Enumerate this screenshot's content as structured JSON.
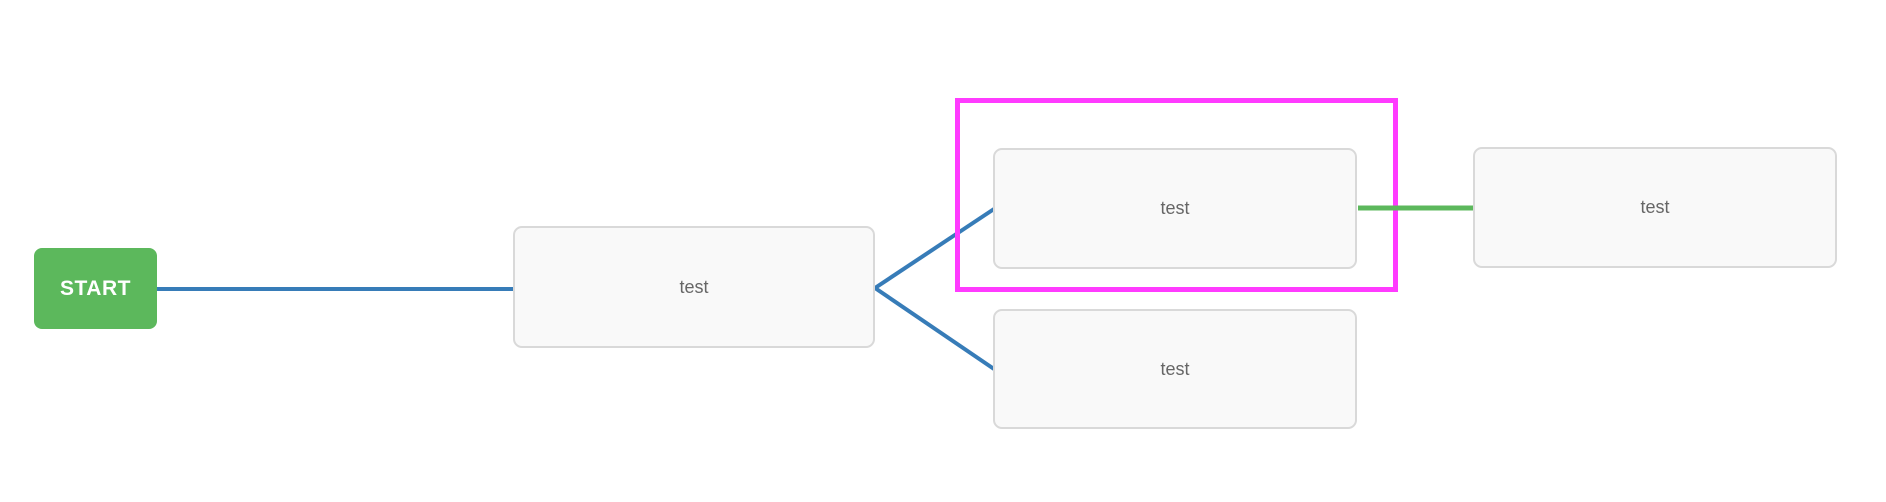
{
  "diagram": {
    "start_node": {
      "label": "START"
    },
    "nodes": [
      {
        "id": "node-1",
        "label": "test",
        "selected": false
      },
      {
        "id": "node-2",
        "label": "test",
        "selected": true
      },
      {
        "id": "node-3",
        "label": "test",
        "selected": false
      },
      {
        "id": "node-4",
        "label": "test",
        "selected": false
      }
    ],
    "connections": [
      {
        "from": "start",
        "to": "node-1",
        "color": "#377cb8"
      },
      {
        "from": "node-1",
        "to": "node-2",
        "color": "#377cb8"
      },
      {
        "from": "node-1",
        "to": "node-3",
        "color": "#377cb8"
      },
      {
        "from": "node-2",
        "to": "node-4",
        "color": "#5cb85c"
      }
    ],
    "colors": {
      "link_default": "#377cb8",
      "link_active": "#5cb85c",
      "selection_outline": "#ff3bff",
      "start_button": "#5cb85c",
      "start_text": "#ffffff",
      "node_background": "#f9f9f9",
      "node_border": "#d9d9d9",
      "node_text": "#666666",
      "canvas_background": "#ffffff"
    }
  }
}
